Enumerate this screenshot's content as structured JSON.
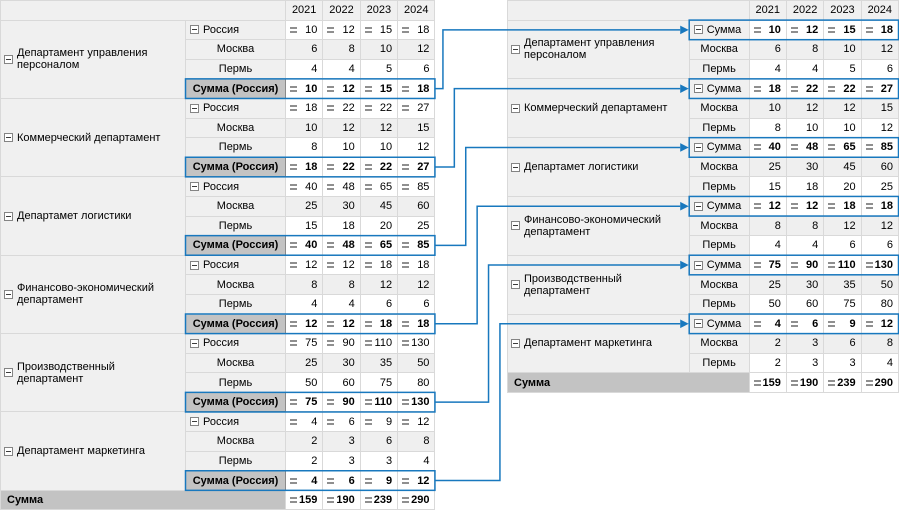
{
  "colors": {
    "accent_blue": "#1878be",
    "header_bg": "#f0f0f0",
    "band_bg": "#efefef",
    "sum_label_bg": "#c3c3c3",
    "grid_line": "#d9d9d9",
    "outer_border": "#8a8a8a"
  },
  "years": [
    "2021",
    "2022",
    "2023",
    "2024"
  ],
  "left_table": {
    "footer_label": "Сумма",
    "footer_values": [
      159,
      190,
      239,
      290
    ],
    "groups": [
      {
        "department": "Департамент управления персоналом",
        "rows": [
          {
            "label": "Россия",
            "expand": true,
            "eq": true,
            "values": [
              10,
              12,
              15,
              18
            ]
          },
          {
            "label": "Москва",
            "band": true,
            "values": [
              6,
              8,
              10,
              12
            ]
          },
          {
            "label": "Пермь",
            "values": [
              4,
              4,
              5,
              6
            ]
          },
          {
            "label": "Сумма (Россия)",
            "sum": true,
            "sum_label": true,
            "eq": true,
            "bold": true,
            "values": [
              10,
              12,
              15,
              18
            ]
          }
        ]
      },
      {
        "department": "Коммерческий департамент",
        "rows": [
          {
            "label": "Россия",
            "expand": true,
            "eq": true,
            "values": [
              18,
              22,
              22,
              27
            ]
          },
          {
            "label": "Москва",
            "band": true,
            "values": [
              10,
              12,
              12,
              15
            ]
          },
          {
            "label": "Пермь",
            "values": [
              8,
              10,
              10,
              12
            ]
          },
          {
            "label": "Сумма (Россия)",
            "sum": true,
            "sum_label": true,
            "eq": true,
            "bold": true,
            "values": [
              18,
              22,
              22,
              27
            ]
          }
        ]
      },
      {
        "department": "Департамет логистики",
        "rows": [
          {
            "label": "Россия",
            "expand": true,
            "eq": true,
            "values": [
              40,
              48,
              65,
              85
            ]
          },
          {
            "label": "Москва",
            "band": true,
            "values": [
              25,
              30,
              45,
              60
            ]
          },
          {
            "label": "Пермь",
            "values": [
              15,
              18,
              20,
              25
            ]
          },
          {
            "label": "Сумма (Россия)",
            "sum": true,
            "sum_label": true,
            "eq": true,
            "bold": true,
            "values": [
              40,
              48,
              65,
              85
            ]
          }
        ]
      },
      {
        "department": "Финансово-экономический департамент",
        "rows": [
          {
            "label": "Россия",
            "expand": true,
            "eq": true,
            "values": [
              12,
              12,
              18,
              18
            ]
          },
          {
            "label": "Москва",
            "band": true,
            "values": [
              8,
              8,
              12,
              12
            ]
          },
          {
            "label": "Пермь",
            "values": [
              4,
              4,
              6,
              6
            ]
          },
          {
            "label": "Сумма (Россия)",
            "sum": true,
            "sum_label": true,
            "eq": true,
            "bold": true,
            "values": [
              12,
              12,
              18,
              18
            ]
          }
        ]
      },
      {
        "department": "Производственный департамент",
        "rows": [
          {
            "label": "Россия",
            "expand": true,
            "eq": true,
            "values": [
              75,
              90,
              110,
              130
            ]
          },
          {
            "label": "Москва",
            "band": true,
            "values": [
              25,
              30,
              35,
              50
            ]
          },
          {
            "label": "Пермь",
            "values": [
              50,
              60,
              75,
              80
            ]
          },
          {
            "label": "Сумма (Россия)",
            "sum": true,
            "sum_label": true,
            "eq": true,
            "bold": true,
            "values": [
              75,
              90,
              110,
              130
            ]
          }
        ]
      },
      {
        "department": "Департамент маркетинга",
        "rows": [
          {
            "label": "Россия",
            "expand": true,
            "eq": true,
            "values": [
              4,
              6,
              9,
              12
            ]
          },
          {
            "label": "Москва",
            "band": true,
            "values": [
              2,
              3,
              6,
              8
            ]
          },
          {
            "label": "Пермь",
            "values": [
              2,
              3,
              3,
              4
            ]
          },
          {
            "label": "Сумма (Россия)",
            "sum": true,
            "sum_label": true,
            "eq": true,
            "bold": true,
            "values": [
              4,
              6,
              9,
              12
            ]
          }
        ]
      }
    ]
  },
  "right_table": {
    "footer_label": "Сумма",
    "footer_values": [
      159,
      190,
      239,
      290
    ],
    "groups": [
      {
        "department": "Департамент управления персоналом",
        "rows": [
          {
            "label": "Сумма",
            "sum": true,
            "expand": true,
            "eq": true,
            "bold": true,
            "values": [
              10,
              12,
              15,
              18
            ]
          },
          {
            "label": "Москва",
            "band": true,
            "values": [
              6,
              8,
              10,
              12
            ]
          },
          {
            "label": "Пермь",
            "values": [
              4,
              4,
              5,
              6
            ]
          }
        ]
      },
      {
        "department": "Коммерческий департамент",
        "rows": [
          {
            "label": "Сумма",
            "sum": true,
            "expand": true,
            "eq": true,
            "bold": true,
            "values": [
              18,
              22,
              22,
              27
            ]
          },
          {
            "label": "Москва",
            "band": true,
            "values": [
              10,
              12,
              12,
              15
            ]
          },
          {
            "label": "Пермь",
            "values": [
              8,
              10,
              10,
              12
            ]
          }
        ]
      },
      {
        "department": "Департамет логистики",
        "rows": [
          {
            "label": "Сумма",
            "sum": true,
            "expand": true,
            "eq": true,
            "bold": true,
            "values": [
              40,
              48,
              65,
              85
            ]
          },
          {
            "label": "Москва",
            "band": true,
            "values": [
              25,
              30,
              45,
              60
            ]
          },
          {
            "label": "Пермь",
            "values": [
              15,
              18,
              20,
              25
            ]
          }
        ]
      },
      {
        "department": "Финансово-экономический департамент",
        "rows": [
          {
            "label": "Сумма",
            "sum": true,
            "expand": true,
            "eq": true,
            "bold": true,
            "values": [
              12,
              12,
              18,
              18
            ]
          },
          {
            "label": "Москва",
            "band": true,
            "values": [
              8,
              8,
              12,
              12
            ]
          },
          {
            "label": "Пермь",
            "values": [
              4,
              4,
              6,
              6
            ]
          }
        ]
      },
      {
        "department": "Производственный департамент",
        "rows": [
          {
            "label": "Сумма",
            "sum": true,
            "expand": true,
            "eq": true,
            "bold": true,
            "values": [
              75,
              90,
              110,
              130
            ]
          },
          {
            "label": "Москва",
            "band": true,
            "values": [
              25,
              30,
              35,
              50
            ]
          },
          {
            "label": "Пермь",
            "values": [
              50,
              60,
              75,
              80
            ]
          }
        ]
      },
      {
        "department": "Департамент маркетинга",
        "rows": [
          {
            "label": "Сумма",
            "sum": true,
            "expand": true,
            "eq": true,
            "bold": true,
            "values": [
              4,
              6,
              9,
              12
            ]
          },
          {
            "label": "Москва",
            "band": true,
            "values": [
              2,
              3,
              6,
              8
            ]
          },
          {
            "label": "Пермь",
            "values": [
              2,
              3,
              3,
              4
            ]
          }
        ]
      }
    ]
  }
}
